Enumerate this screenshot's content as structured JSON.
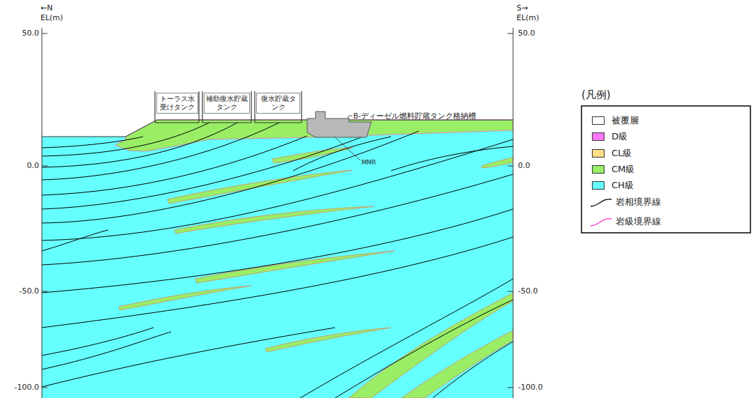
{
  "diagram": {
    "nodes": [
      {
        "text": [
          "トーラス水受けタンク"
        ]
      },
      {
        "text": [
          "補助復水貯蔵タンク"
        ]
      },
      {
        "text": [
          "復水貯蔵タンク"
        ]
      }
    ],
    "labels": [
      "←N",
      "EL(m)",
      "50.0",
      "0.0",
      "-50.0",
      "-100.0",
      "S→",
      "EL(m)",
      "50.0",
      "0.0",
      "-50.0",
      "-100.0",
      "B-ディーゼル燃料貯蔵タンク格納槽",
      "MMR",
      "(凡例)"
    ],
    "legend": [
      {
        "text": "被覆層",
        "color": "#ffffff"
      },
      {
        "text": "D級",
        "color": "#ff77ff"
      },
      {
        "text": "CL級",
        "color": "#ffdd88"
      },
      {
        "text": "CM級",
        "color": "#99ee66"
      },
      {
        "text": "CH級",
        "color": "#66ffff"
      },
      {
        "text": "岩相境界線"
      },
      {
        "text": "岩級境界線"
      }
    ]
  }
}
